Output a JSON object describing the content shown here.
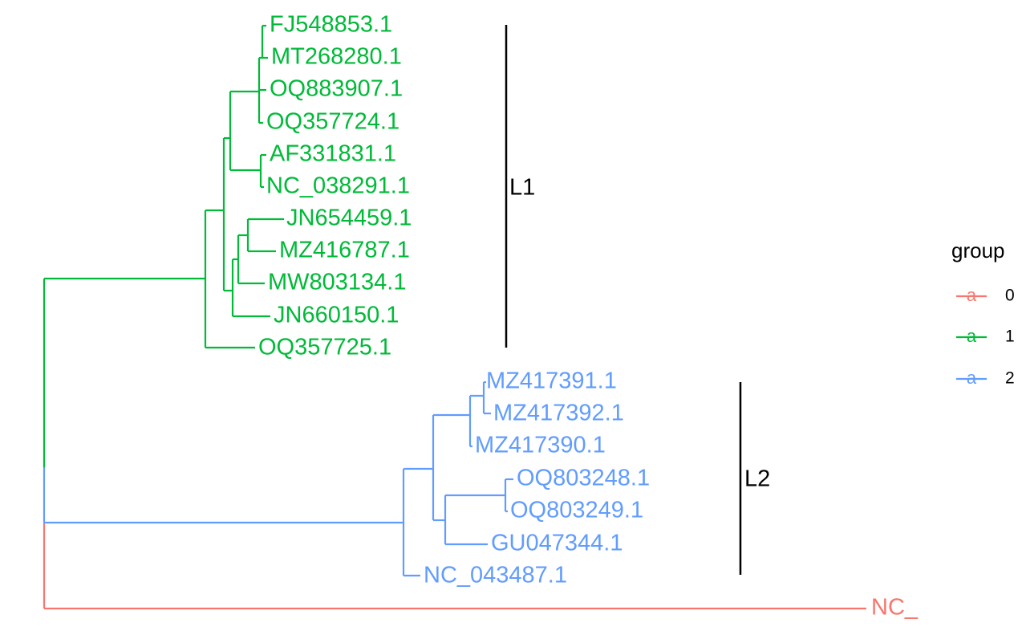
{
  "colors": {
    "group_0": "#F8766D",
    "group_1": "#00BA38",
    "group_2": "#619CFF",
    "bar": "#000000"
  },
  "tips": {
    "t1": "FJ548853.1",
    "t2": "MT268280.1",
    "t3": "OQ883907.1",
    "t4": "OQ357724.1",
    "t5": "AF331831.1",
    "t6": "NC_038291.1",
    "t7": "JN654459.1",
    "t8": "MZ416787.1",
    "t9": "MW803134.1",
    "t10": "JN660150.1",
    "t11": "OQ357725.1",
    "t12": "MZ417391.1",
    "t13": "MZ417392.1",
    "t14": "MZ417390.1",
    "t15": "OQ803248.1",
    "t16": "OQ803249.1",
    "t17": "GU047344.1",
    "t18": "NC_043487.1",
    "t19": "NC_"
  },
  "tip_groups": {
    "t1": "1",
    "t2": "1",
    "t3": "1",
    "t4": "1",
    "t5": "1",
    "t6": "1",
    "t7": "1",
    "t8": "1",
    "t9": "1",
    "t10": "1",
    "t11": "1",
    "t12": "2",
    "t13": "2",
    "t14": "2",
    "t15": "2",
    "t16": "2",
    "t17": "2",
    "t18": "2",
    "t19": "0"
  },
  "clades": {
    "L1": "L1",
    "L2": "L2"
  },
  "legend": {
    "title": "group",
    "key_glyph": "a",
    "items": [
      "0",
      "1",
      "2"
    ]
  }
}
